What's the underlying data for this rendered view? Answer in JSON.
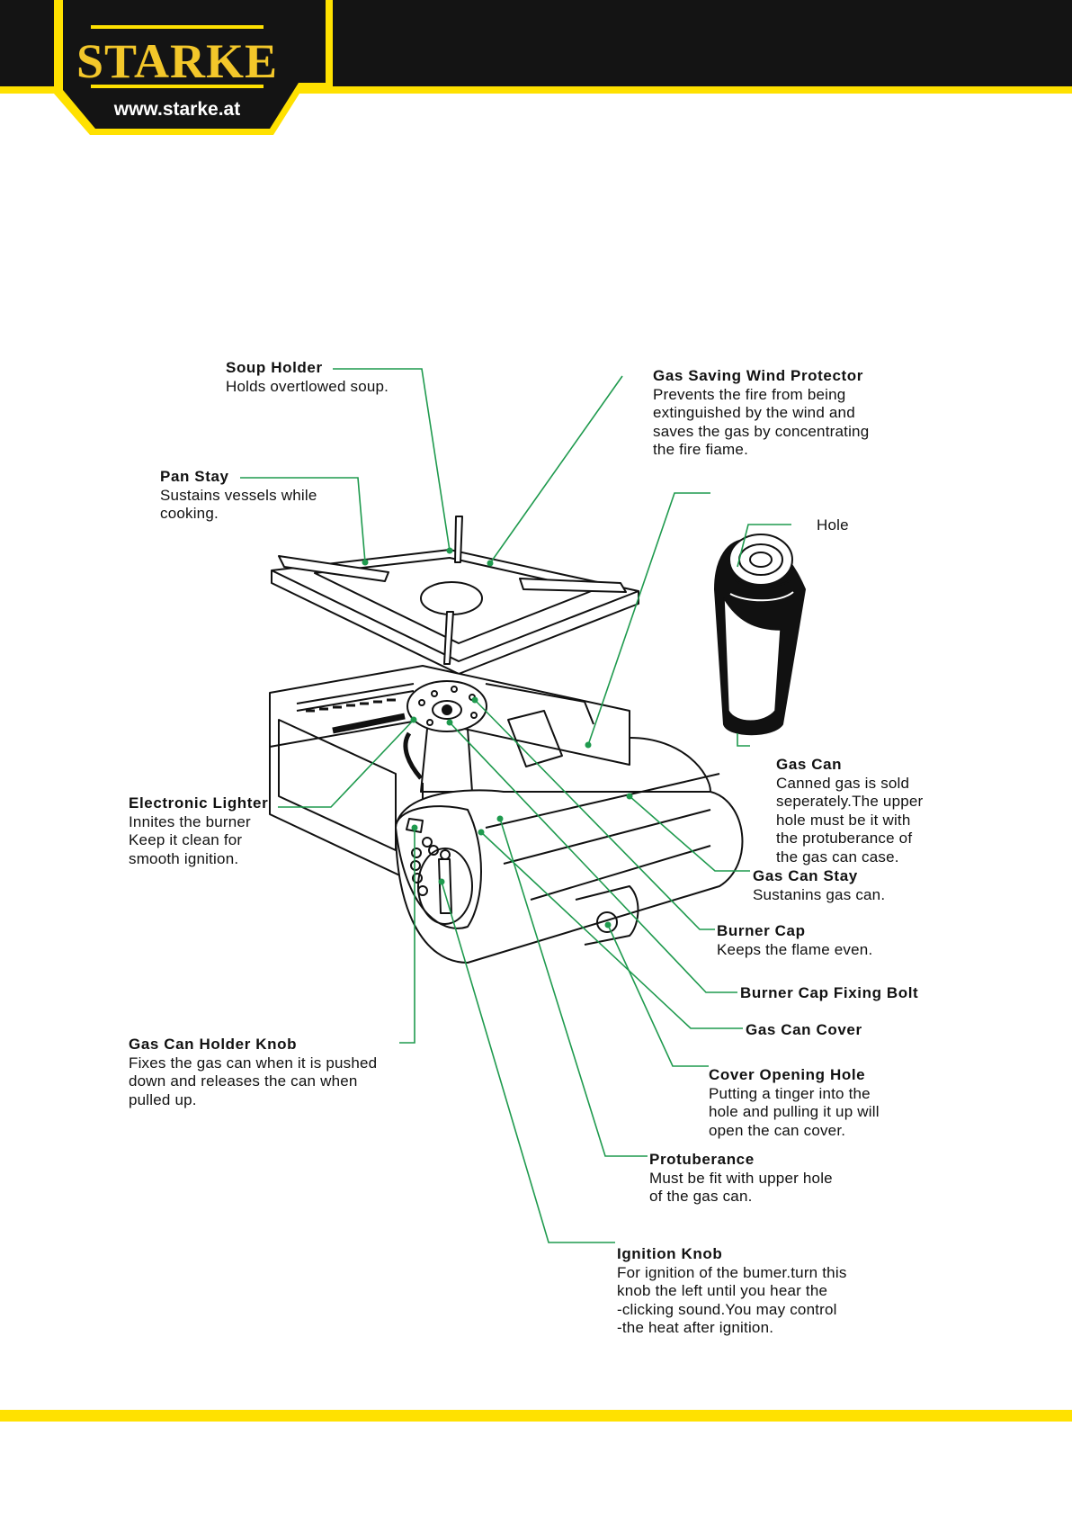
{
  "brand": {
    "name": "STARKE",
    "url": "www.starke.at"
  },
  "colors": {
    "header_black": "#141414",
    "brand_yellow": "#ffe100",
    "leader_green": "#1f9a4e"
  },
  "labels": {
    "soup_holder": {
      "title": "Soup Holder",
      "desc": "Holds overtlowed soup."
    },
    "wind_protector": {
      "title": "Gas Saving Wind Protector",
      "desc": "Prevents the fire from being\nextinguished by the wind and\nsaves the gas by concentrating\nthe fire fiame."
    },
    "pan_stay": {
      "title": "Pan Stay",
      "desc": "Sustains vessels while\ncooking."
    },
    "hole": {
      "title": "Hole"
    },
    "electronic_lighter": {
      "title": "Electronic Lighter",
      "desc": "Innites the burner\nKeep it clean for\nsmooth ignition."
    },
    "gas_can": {
      "title": "Gas Can",
      "desc": "Canned gas is sold\nseperately.The upper\nhole must be it with\nthe protuberance of\nthe gas can case."
    },
    "gas_can_stay": {
      "title": "Gas Can Stay",
      "desc": "Sustanins gas can."
    },
    "burner_cap": {
      "title": "Burner Cap",
      "desc": "Keeps the flame even."
    },
    "burner_cap_fixing_bolt": {
      "title": "Burner Cap Fixing Bolt"
    },
    "gas_can_cover": {
      "title": "Gas Can Cover"
    },
    "gas_can_holder_knob": {
      "title": "Gas Can Holder Knob",
      "desc": "Fixes the gas can when it is pushed\ndown and releases the can when\npulled up."
    },
    "cover_opening_hole": {
      "title": "Cover Opening Hole",
      "desc": "Putting  a  tinger into the\nhole and pulling it up will\nopen the can cover."
    },
    "protuberance": {
      "title": "Protuberance",
      "desc": "Must be fit with upper hole\nof the gas can."
    },
    "ignition_knob": {
      "title": "Ignition Knob",
      "desc": "For ignition of the bumer.turn this\nknob the left until you hear the\n-clicking sound.You  may  control\n-the  heat  after  ignition."
    }
  }
}
